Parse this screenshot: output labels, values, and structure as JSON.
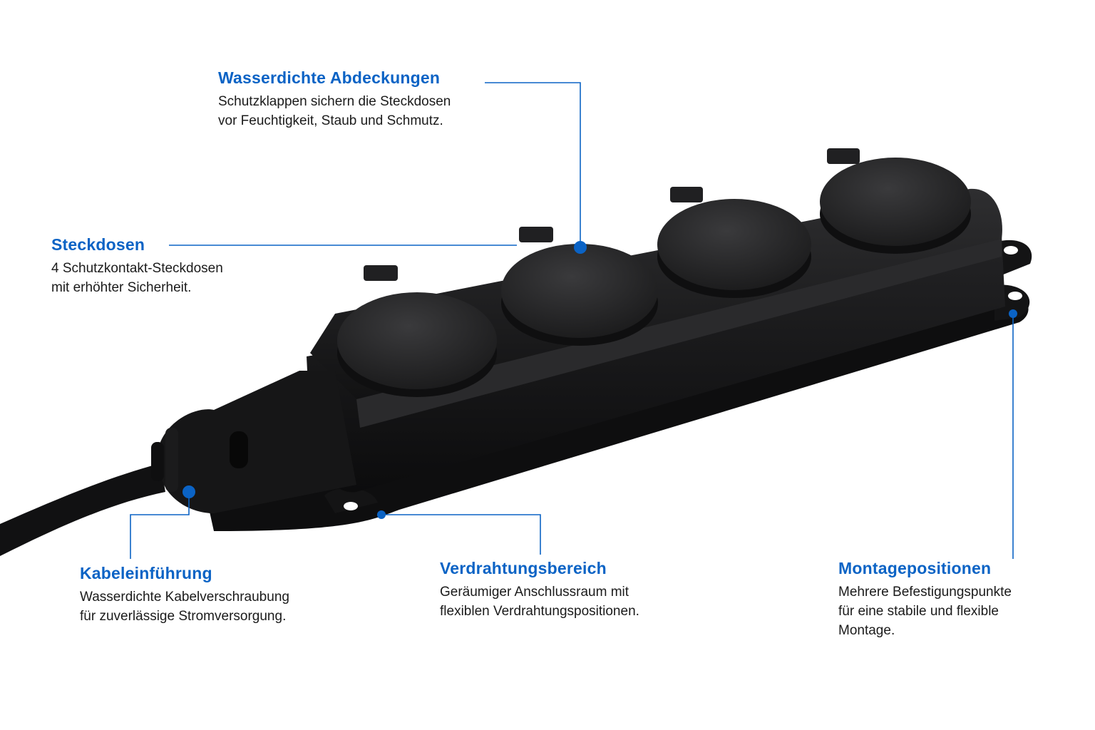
{
  "callouts": {
    "waterproof_covers": {
      "title": "Wasserdichte Abdeckungen",
      "line1": "Schutzklappen sichern die Steckdosen",
      "line2": "vor Feuchtigkeit, Staub und Schmutz."
    },
    "sockets": {
      "title": "Steckdosen",
      "line1": "4 Schutzkontakt-Steckdosen",
      "line2": "mit erhöhter Sicherheit."
    },
    "cable_entry": {
      "title": "Kabeleinführung",
      "line1": "Wasserdichte Kabelverschraubung",
      "line2": "für zuverlässige Stromversorgung."
    },
    "wiring_area": {
      "title": "Verdrahtungsbereich",
      "line1": "Geräumiger Anschlussraum mit",
      "line2": "flexiblen Verdrahtungspositionen."
    },
    "mounting": {
      "title": "Montagepositionen",
      "line1": "Mehrere Befestigungspunkte",
      "line2": "für eine stabile und flexible",
      "line3": "Montage."
    }
  },
  "colors": {
    "accent": "#0b63c5",
    "text": "#1b1b1b",
    "product": "#1c1c1e"
  },
  "product": {
    "name": "outdoor-power-strip",
    "socket_count": 4
  }
}
